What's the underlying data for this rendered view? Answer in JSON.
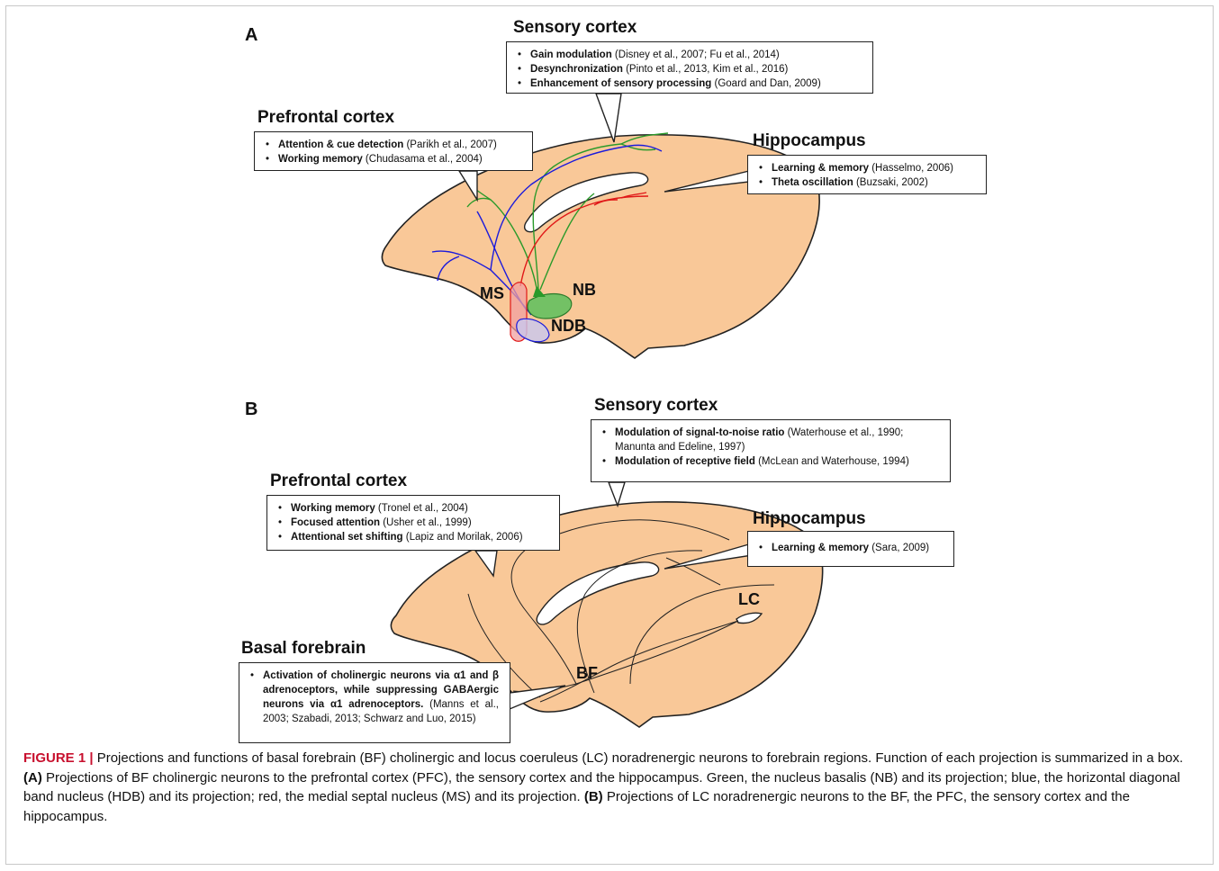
{
  "colors": {
    "brain_fill": "#f9c898",
    "brain_stroke": "#222222",
    "nb_green": "#2a9a2a",
    "hdb_blue": "#1a1adc",
    "ms_red": "#e01818",
    "caption_red": "#c8102e"
  },
  "panel_a": {
    "letter": "A",
    "sensory": {
      "title": "Sensory cortex",
      "items": [
        {
          "bold": "Gain modulation",
          "ref": " (Disney et al., 2007; Fu et al., 2014)"
        },
        {
          "bold": "Desynchronization",
          "ref": " (Pinto et al., 2013, Kim et al., 2016)"
        },
        {
          "bold": "Enhancement of sensory processing",
          "ref": " (Goard and Dan, 2009)"
        }
      ]
    },
    "prefrontal": {
      "title": "Prefrontal cortex",
      "items": [
        {
          "bold": "Attention & cue detection",
          "ref": " (Parikh et al., 2007)"
        },
        {
          "bold": "Working memory",
          "ref": " (Chudasama et al., 2004)"
        }
      ]
    },
    "hippocampus": {
      "title": "Hippocampus",
      "items": [
        {
          "bold": "Learning & memory",
          "ref": " (Hasselmo, 2006)"
        },
        {
          "bold": "Theta oscillation",
          "ref": " (Buzsaki, 2002)"
        }
      ]
    },
    "labels": {
      "ms": "MS",
      "nb": "NB",
      "ndb": "NDB"
    }
  },
  "panel_b": {
    "letter": "B",
    "sensory": {
      "title": "Sensory cortex",
      "items": [
        {
          "bold": "Modulation of signal-to-noise ratio",
          "ref": " (Waterhouse et al., 1990; Manunta and Edeline, 1997)"
        },
        {
          "bold": "Modulation of receptive field",
          "ref": " (McLean and Waterhouse, 1994)"
        }
      ]
    },
    "prefrontal": {
      "title": "Prefrontal cortex",
      "items": [
        {
          "bold": "Working memory",
          "ref": " (Tronel et al., 2004)"
        },
        {
          "bold": "Focused attention",
          "ref": " (Usher et al., 1999)"
        },
        {
          "bold": "Attentional set shifting",
          "ref": " (Lapiz and Morilak, 2006)"
        }
      ]
    },
    "hippocampus": {
      "title": "Hippocampus",
      "items": [
        {
          "bold": "Learning & memory",
          "ref": " (Sara, 2009)"
        }
      ]
    },
    "basal": {
      "title": "Basal forebrain",
      "items": [
        {
          "bold": "Activation of cholinergic neurons via α1 and β adrenoceptors, while suppressing GABAergic neurons via α1 adrenoceptors.",
          "ref": " (Manns et al., 2003; Szabadi, 2013; Schwarz and Luo, 2015)"
        }
      ]
    },
    "labels": {
      "lc": "LC",
      "bf": "BF"
    }
  },
  "caption": {
    "figure_label": "FIGURE 1 |",
    "intro": " Projections and functions of basal forebrain (BF) cholinergic and locus coeruleus (LC) noradrenergic neurons to forebrain regions. Function of each projection is summarized in a box. ",
    "a_label": "(A)",
    "a_text": " Projections of BF cholinergic neurons to the prefrontal cortex (PFC), the sensory cortex and the hippocampus. Green, the nucleus basalis (NB) and its projection; blue, the horizontal diagonal band nucleus (HDB) and its projection; red, the medial septal nucleus (MS) and its projection. ",
    "b_label": "(B)",
    "b_text": " Projections of LC noradrenergic neurons to the BF, the PFC, the sensory cortex and the hippocampus."
  }
}
